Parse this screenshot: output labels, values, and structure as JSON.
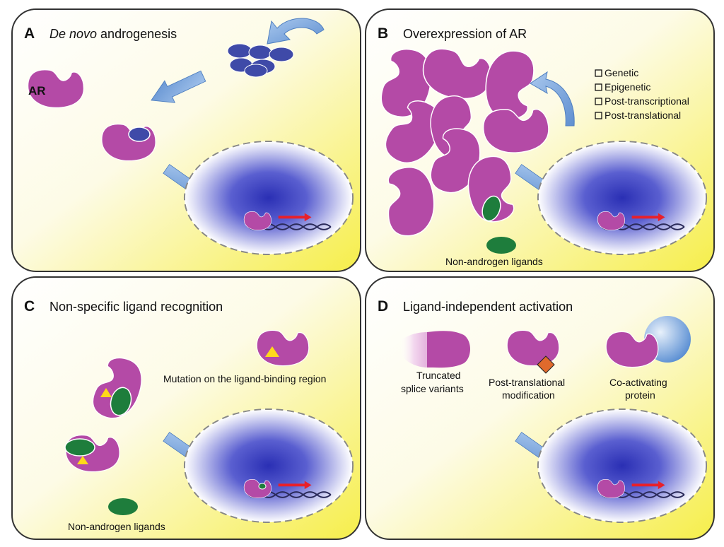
{
  "colors": {
    "receptor": "#b44aa6",
    "ligand_blue": "#3f4aa8",
    "ligand_green": "#1e7d3c",
    "nucleus_core": "#2a2fb4",
    "arrow": "#6f9fd8",
    "triangle": "#ffd91a",
    "modification": "#e06a2c",
    "coactivator": "#5b8fd3",
    "dna": "#2a2a5a",
    "transcription": "#e8202a",
    "panel_gradient_end": "#f6ee4a"
  },
  "panels": {
    "a": {
      "letter": "A",
      "title_italic": "De novo",
      "title_rest": " androgenesis",
      "receptor_label": "AR"
    },
    "b": {
      "letter": "B",
      "title": "Overexpression of AR",
      "mechanisms": [
        "Genetic",
        "Epigenetic",
        "Post-transcriptional",
        "Post-translational"
      ],
      "ligand_label": "Non-androgen ligands"
    },
    "c": {
      "letter": "C",
      "title": "Non-specific ligand recognition",
      "mutation_label": "Mutation on the ligand-binding region",
      "ligand_label": "Non-androgen ligands"
    },
    "d": {
      "letter": "D",
      "title": "Ligand-independent activation",
      "variant_labels": [
        {
          "line1": "Truncated",
          "line2": "splice variants"
        },
        {
          "line1": "Post-translational",
          "line2": "modification"
        },
        {
          "line1": "Co-activating",
          "line2": "protein"
        }
      ]
    }
  }
}
